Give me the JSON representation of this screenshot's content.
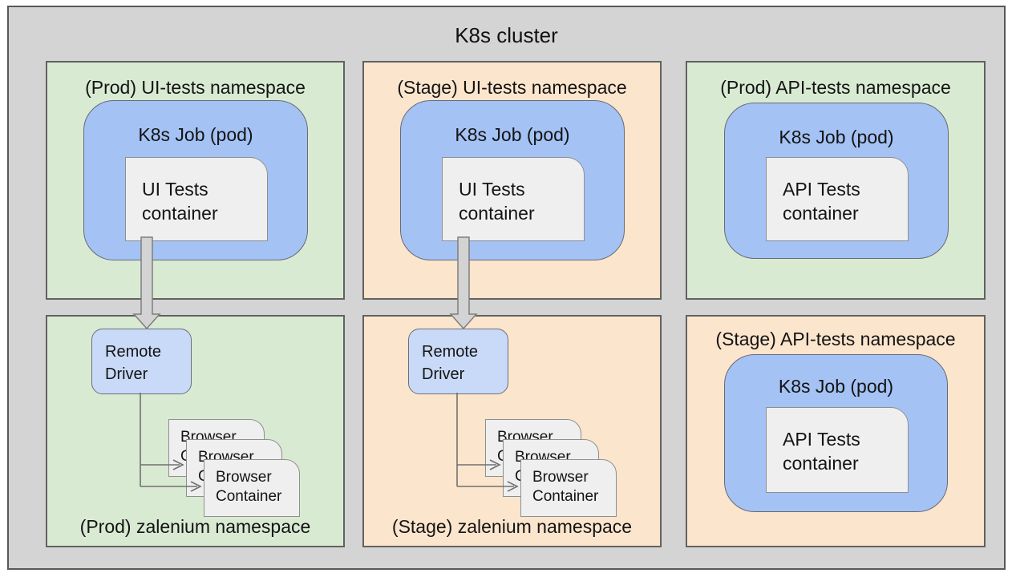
{
  "cluster": {
    "title": "K8s cluster"
  },
  "namespaces": {
    "prod_ui": {
      "title": "(Prod) UI-tests namespace",
      "job": "K8s Job (pod)",
      "container": [
        "UI Tests",
        "container"
      ]
    },
    "stage_ui": {
      "title": "(Stage) UI-tests namespace",
      "job": "K8s Job (pod)",
      "container": [
        "UI Tests",
        "container"
      ]
    },
    "prod_api": {
      "title": "(Prod) API-tests namespace",
      "job": "K8s Job (pod)",
      "container": [
        "API Tests",
        "container"
      ]
    },
    "prod_zalenium": {
      "title": "(Prod) zalenium namespace",
      "remote_driver": [
        "Remote",
        "Driver"
      ],
      "browser": [
        "Browser",
        "Container"
      ]
    },
    "stage_zalenium": {
      "title": "(Stage) zalenium namespace",
      "remote_driver": [
        "Remote",
        "Driver"
      ],
      "browser": [
        "Browser",
        "Container"
      ]
    },
    "stage_api": {
      "title": "(Stage) API-tests namespace",
      "job": "K8s Job (pod)",
      "container": [
        "API Tests",
        "container"
      ]
    }
  },
  "colors": {
    "cluster_gray": "#d4d4d4",
    "green": "#d9ead3",
    "orange": "#fce5cd",
    "job_blue": "#a4c2f4",
    "driver_blue": "#c9daf8",
    "container_gray": "#efefef",
    "arrow_fill": "#d3d3d3",
    "arrow_stroke": "#7e7e7e",
    "connector": "#707070"
  }
}
